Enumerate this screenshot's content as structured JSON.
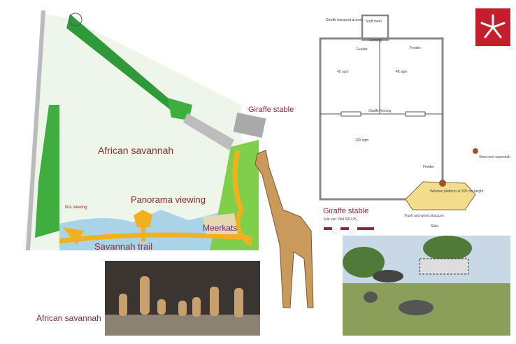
{
  "map": {
    "title": "African savannah",
    "giraffe_stable": "Giraffe stable",
    "panorama": "Panorama viewing",
    "first_viewing": "first viewing",
    "meerkats": "Meerkats",
    "trail": "Savannah trail"
  },
  "plan": {
    "transport_access": "Giraffe transport access",
    "staff_room": "Staff room",
    "fencing": "Fencing",
    "feeder": "Feeder",
    "room_left": "45 sqm",
    "room_right": "48 sqm",
    "giraffe_fencing": "Giraffe fencing",
    "room_large": "120 sqm",
    "platform": "Wooden platform at 300 cm height",
    "trunk": "Trunk and wood structure",
    "slide": "Slide",
    "view": "View over savannah",
    "title": "Giraffe stable",
    "author": "Erik van Vliet 091125"
  },
  "caption": "African savannah",
  "colors": {
    "accent": "#8a2a3a",
    "logo": "#c41e2a",
    "grass": "#3fae3f",
    "path": "#f2b01e",
    "water": "#a9d4e8"
  }
}
